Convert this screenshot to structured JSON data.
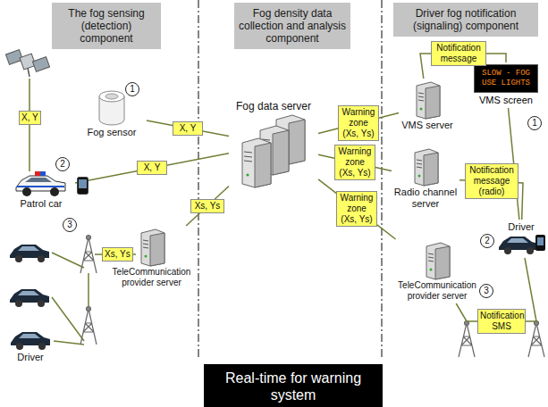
{
  "diagram": {
    "title": "Real-time for warning system",
    "nodes": [
      {
        "text": [
          "The fog sensing (detection) component"
        ]
      },
      {
        "text": [
          "Fog density data collection and analysis component"
        ]
      },
      {
        "text": [
          "Driver fog notification (signaling) component"
        ]
      },
      {
        "text": [
          "1"
        ]
      },
      {
        "text": [
          "Fog sensor"
        ]
      },
      {
        "text": [
          "2"
        ]
      },
      {
        "text": [
          "Patrol car"
        ]
      },
      {
        "text": [
          "3"
        ]
      },
      {
        "text": [
          "TeleCommunication provider server"
        ]
      },
      {
        "text": [
          "Driver"
        ]
      },
      {
        "text": [
          "Fog data server"
        ]
      },
      {
        "text": [
          "VMS server"
        ]
      },
      {
        "text": [
          "SLOW - FOG USE LIGHTS",
          "VMS screen"
        ]
      },
      {
        "text": [
          "Radio channel server"
        ]
      },
      {
        "text": [
          "TeleCommunication provider server"
        ]
      },
      {
        "text": [
          "1"
        ]
      },
      {
        "text": [
          "2"
        ]
      },
      {
        "text": [
          "3"
        ]
      },
      {
        "text": [
          "Driver"
        ]
      },
      {
        "text": [
          "Real-time for warning system"
        ]
      }
    ],
    "edges": [
      {
        "from": 4,
        "to": 10,
        "label": "X, Y",
        "arrow": "none"
      },
      {
        "from": 6,
        "to": 10,
        "label": "X, Y",
        "arrow": "none"
      },
      {
        "from": 8,
        "to": 10,
        "label": "Xs, Ys",
        "arrow": "none"
      },
      {
        "from": 10,
        "to": 11,
        "label": "Warning zone (Xs, Ys)",
        "arrow": "none"
      },
      {
        "from": 10,
        "to": 13,
        "label": "Warning zone (Xs, Ys)",
        "arrow": "none"
      },
      {
        "from": 10,
        "to": 14,
        "label": "Warning zone (Xs, Ys)",
        "arrow": "none"
      },
      {
        "from": 11,
        "to": 12,
        "label": "Notification message",
        "arrow": "none"
      },
      {
        "from": 12,
        "to": 18,
        "arrow": "none"
      },
      {
        "from": 13,
        "to": 18,
        "label": "Notification message (radio)",
        "arrow": "none"
      },
      {
        "from": 14,
        "to": 18,
        "label": "Notification SMS",
        "arrow": "none"
      }
    ],
    "labels": [
      "X, Y",
      "Xs, Ys"
    ]
  }
}
